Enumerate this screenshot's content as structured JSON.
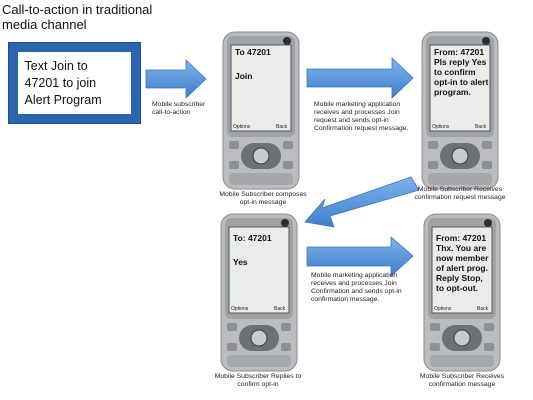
{
  "cta_title": "Call-to-action in traditional media channel",
  "cta_text": "Text Join to 47201 to join Alert Program",
  "step_captions": {
    "arrow1": "Mobile subscriber call-to-action",
    "arrow2": "Mobile marketing application receives and processes Join request and sends opt-in Confirmation request message.",
    "arrow4": "Mobile marketing application receives and processes Join Confirmation and sends opt-in confirmation message."
  },
  "phones": [
    {
      "line1": "To 47201",
      "line2": "Join",
      "caption": "Mobile Subscriber composes opt-in message"
    },
    {
      "line1": "From: 47201",
      "line2": "Pls reply Yes to confirm opt-in to alert program.",
      "caption": "Mobile Subscriber Receives confirmation request message"
    },
    {
      "line1": "To: 47201",
      "line2": "Yes",
      "caption": "Mobile Subscriber Replies to confirm opt-in"
    },
    {
      "line1": "From: 47201",
      "line2": "Thx. You are now member of alert prog. Reply Stop, to opt-out.",
      "caption": "Mobile Subscriber Receives confirmation message"
    }
  ],
  "softkeys": {
    "left": "Options",
    "right": "Back"
  },
  "colors": {
    "arrow": "#4a8ed8",
    "cta_border": "#2a66b0",
    "phone_body": "#b7b9bd"
  }
}
